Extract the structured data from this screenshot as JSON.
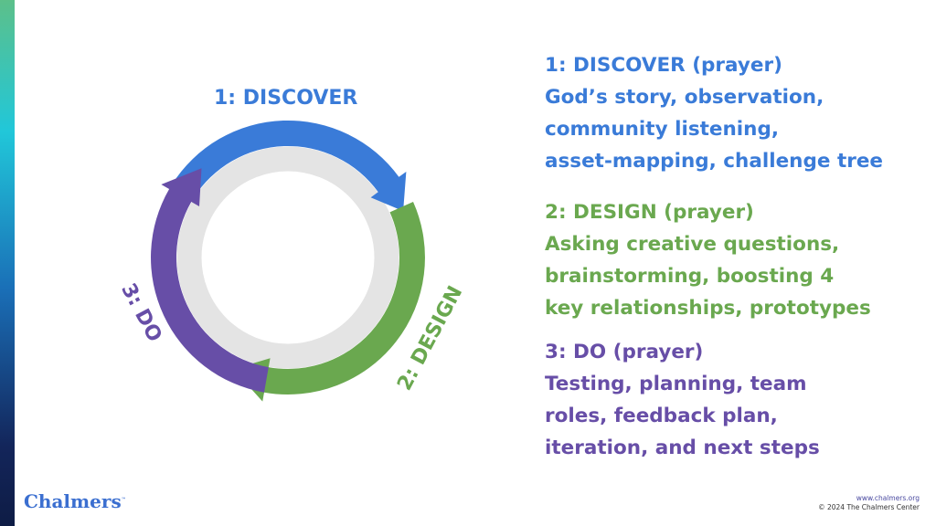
{
  "colors": {
    "discover": "#3a7bd8",
    "design": "#6aa84f",
    "do": "#674ea7",
    "ring": "#e4e4e4"
  },
  "diagram": {
    "label_discover": "1: DISCOVER",
    "label_design": "2: DESIGN",
    "label_do": "3: DO"
  },
  "steps": [
    {
      "lines": [
        "1: DISCOVER (prayer)",
        "God’s story, observation,",
        "community listening,",
        "asset-mapping, challenge tree"
      ]
    },
    {
      "lines": [
        "2: DESIGN (prayer)",
        "Asking creative questions,",
        "brainstorming, boosting 4",
        "key relationships, prototypes"
      ]
    },
    {
      "lines": [
        "3: DO (prayer)",
        "Testing, planning, team",
        "roles, feedback plan,",
        "iteration, and next steps"
      ]
    }
  ],
  "footer": {
    "logo": "Chalmers",
    "tm": "™",
    "url": "www.chalmers.org",
    "copyright": "© 2024 The Chalmers Center"
  }
}
